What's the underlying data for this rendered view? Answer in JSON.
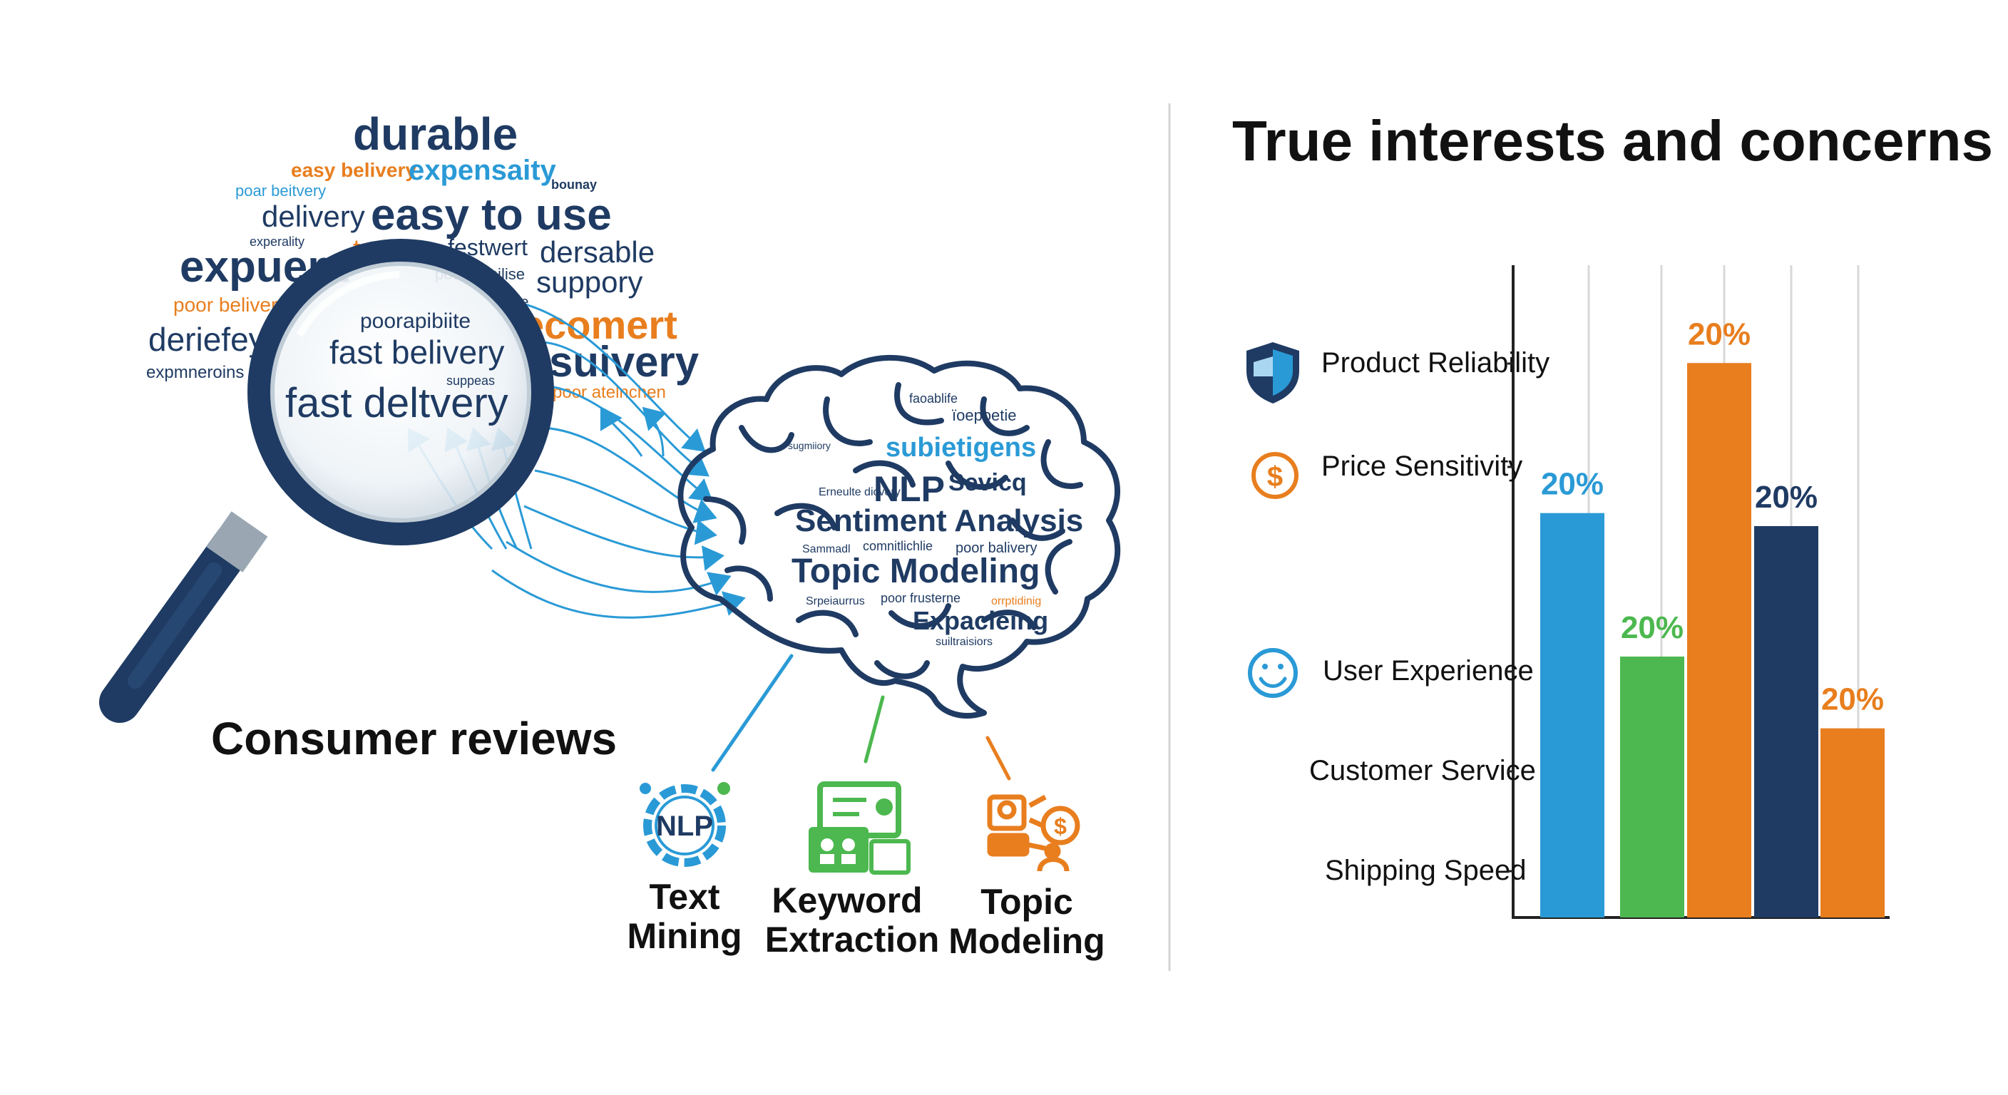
{
  "left_panel": {
    "caption": "Consumer reviews",
    "word_cloud": [
      {
        "text": "durable",
        "color": "#1f3b63"
      },
      {
        "text": "easy belivery",
        "color": "#e87e1e"
      },
      {
        "text": "expensaity",
        "color": "#2a9ad6"
      },
      {
        "text": "bounay",
        "color": "#1f3b63"
      },
      {
        "text": "poar beitvery",
        "color": "#2a9ad6"
      },
      {
        "text": "delivery",
        "color": "#1f3b63"
      },
      {
        "text": "easy to use",
        "color": "#1f3b63"
      },
      {
        "text": "experality",
        "color": "#1f3b63"
      },
      {
        "text": "to use",
        "color": "#e87e1e"
      },
      {
        "text": "festwert",
        "color": "#1f3b63"
      },
      {
        "text": "dersable",
        "color": "#1f3b63"
      },
      {
        "text": "expuent",
        "color": "#1f3b63"
      },
      {
        "text": "poor trupilise",
        "color": "#1f3b63"
      },
      {
        "text": "suppory",
        "color": "#1f3b63"
      },
      {
        "text": "poor belivery",
        "color": "#e87e1e"
      },
      {
        "text": "poorapibiite",
        "color": "#1f3b63"
      },
      {
        "text": "due",
        "color": "#1f3b63"
      },
      {
        "text": "ecomert",
        "color": "#e87e1e"
      },
      {
        "text": "deriefey",
        "color": "#1f3b63"
      },
      {
        "text": "fast belivery",
        "color": "#1f3b63"
      },
      {
        "text": "suivery",
        "color": "#1f3b63"
      },
      {
        "text": "expmneroins",
        "color": "#1f3b63"
      },
      {
        "text": "suppeas",
        "color": "#1f3b63"
      },
      {
        "text": "fast deltvery",
        "color": "#1f3b63"
      },
      {
        "text": "poor atelnchen",
        "color": "#e87e1e"
      }
    ],
    "brain_words": [
      {
        "text": "faoablife",
        "color": "#1f3b63"
      },
      {
        "text": "ïoepoetie",
        "color": "#1f3b63"
      },
      {
        "text": "sugmiiory",
        "color": "#1f3b63"
      },
      {
        "text": "subietigens",
        "color": "#2a9ad6"
      },
      {
        "text": "Erneulte dicvery",
        "color": "#1f3b63"
      },
      {
        "text": "NLP",
        "color": "#1f3b63"
      },
      {
        "text": "Sevicq",
        "color": "#1f3b63"
      },
      {
        "text": "Sentiment Analysis",
        "color": "#1f3b63"
      },
      {
        "text": "Sammadl",
        "color": "#1f3b63"
      },
      {
        "text": "comnitlichlie",
        "color": "#1f3b63"
      },
      {
        "text": "poor balivery",
        "color": "#1f3b63"
      },
      {
        "text": "Topic Modeling",
        "color": "#1f3b63"
      },
      {
        "text": "Srpeiaurrus",
        "color": "#1f3b63"
      },
      {
        "text": "poor frusterne",
        "color": "#1f3b63"
      },
      {
        "text": "orrptidinig",
        "color": "#e87e1e"
      },
      {
        "text": "Expacleing",
        "color": "#1f3b63"
      },
      {
        "text": "suiltraisiors",
        "color": "#1f3b63"
      }
    ],
    "methods": [
      {
        "label_line1": "Text",
        "label_line2": "Mining",
        "icon": "nlp-gear-icon",
        "icon_text": "NLP",
        "color": "#2a9ad6"
      },
      {
        "label_line1": "Keyword",
        "label_line2": "Extraction",
        "icon": "keyword-card-icon",
        "color": "#4cb84f"
      },
      {
        "label_line1": "Topic",
        "label_line2": "Modeling",
        "icon": "topic-network-icon",
        "color": "#e87e1e"
      }
    ]
  },
  "right_panel": {
    "title": "True interests and concerns"
  },
  "chart_data": {
    "type": "bar",
    "title": "True interests and concerns",
    "categories": [
      "Product Reliability",
      "Price Sensitivity",
      "User Experience",
      "Customer Service",
      "Shipping Speed"
    ],
    "category_icons": [
      "shield-icon",
      "dollar-icon",
      "smiley-icon",
      "",
      ""
    ],
    "bars": [
      {
        "value_label": "20%",
        "height_fraction": 0.62,
        "color": "#2a9ad6"
      },
      {
        "value_label": "20%",
        "height_fraction": 0.4,
        "color": "#4cb84f"
      },
      {
        "value_label": "20%",
        "height_fraction": 0.85,
        "color": "#e87e1e"
      },
      {
        "value_label": "20%",
        "height_fraction": 0.6,
        "color": "#1f3b63"
      },
      {
        "value_label": "20%",
        "height_fraction": 0.29,
        "color": "#e87e1e"
      }
    ]
  }
}
